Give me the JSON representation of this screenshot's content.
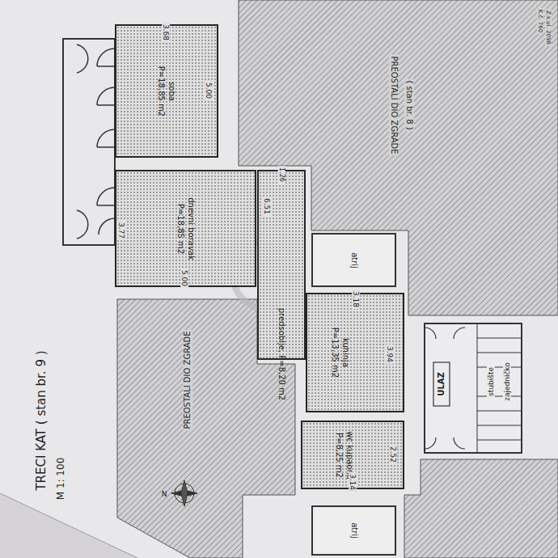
{
  "diagram": {
    "title": "TRECI KAT ( stan br. 9 )",
    "nodes": [
      {
        "text": [
          "soba",
          "P=18,85 m2"
        ]
      },
      {
        "text": [
          "dnevni boravak",
          "P=18,85 m2"
        ]
      },
      {
        "text": [
          "predsoblje, P=8,20 m2"
        ]
      },
      {
        "text": [
          "kuhinja",
          "P=13,35 m2"
        ]
      },
      {
        "text": [
          "wc kupaona",
          "P=8,25 m2"
        ]
      },
      {
        "text": [
          "atrij"
        ]
      },
      {
        "text": [
          "atrij"
        ]
      }
    ],
    "labels": [
      "M 1: 100",
      "K.č. 760",
      "Z.k.ul. 2098",
      "3.68",
      "5.00",
      "3.77",
      "5.00",
      "1.26",
      "6.51",
      "3.18",
      "3.94",
      "2.52",
      "3.14",
      "PREOSTALI DIO ZGRADE",
      "PREOSTALI DIO ZGRADE",
      "( stan br. 8 )",
      "ULAZ",
      "stubište",
      "zajedničko",
      "N"
    ]
  }
}
